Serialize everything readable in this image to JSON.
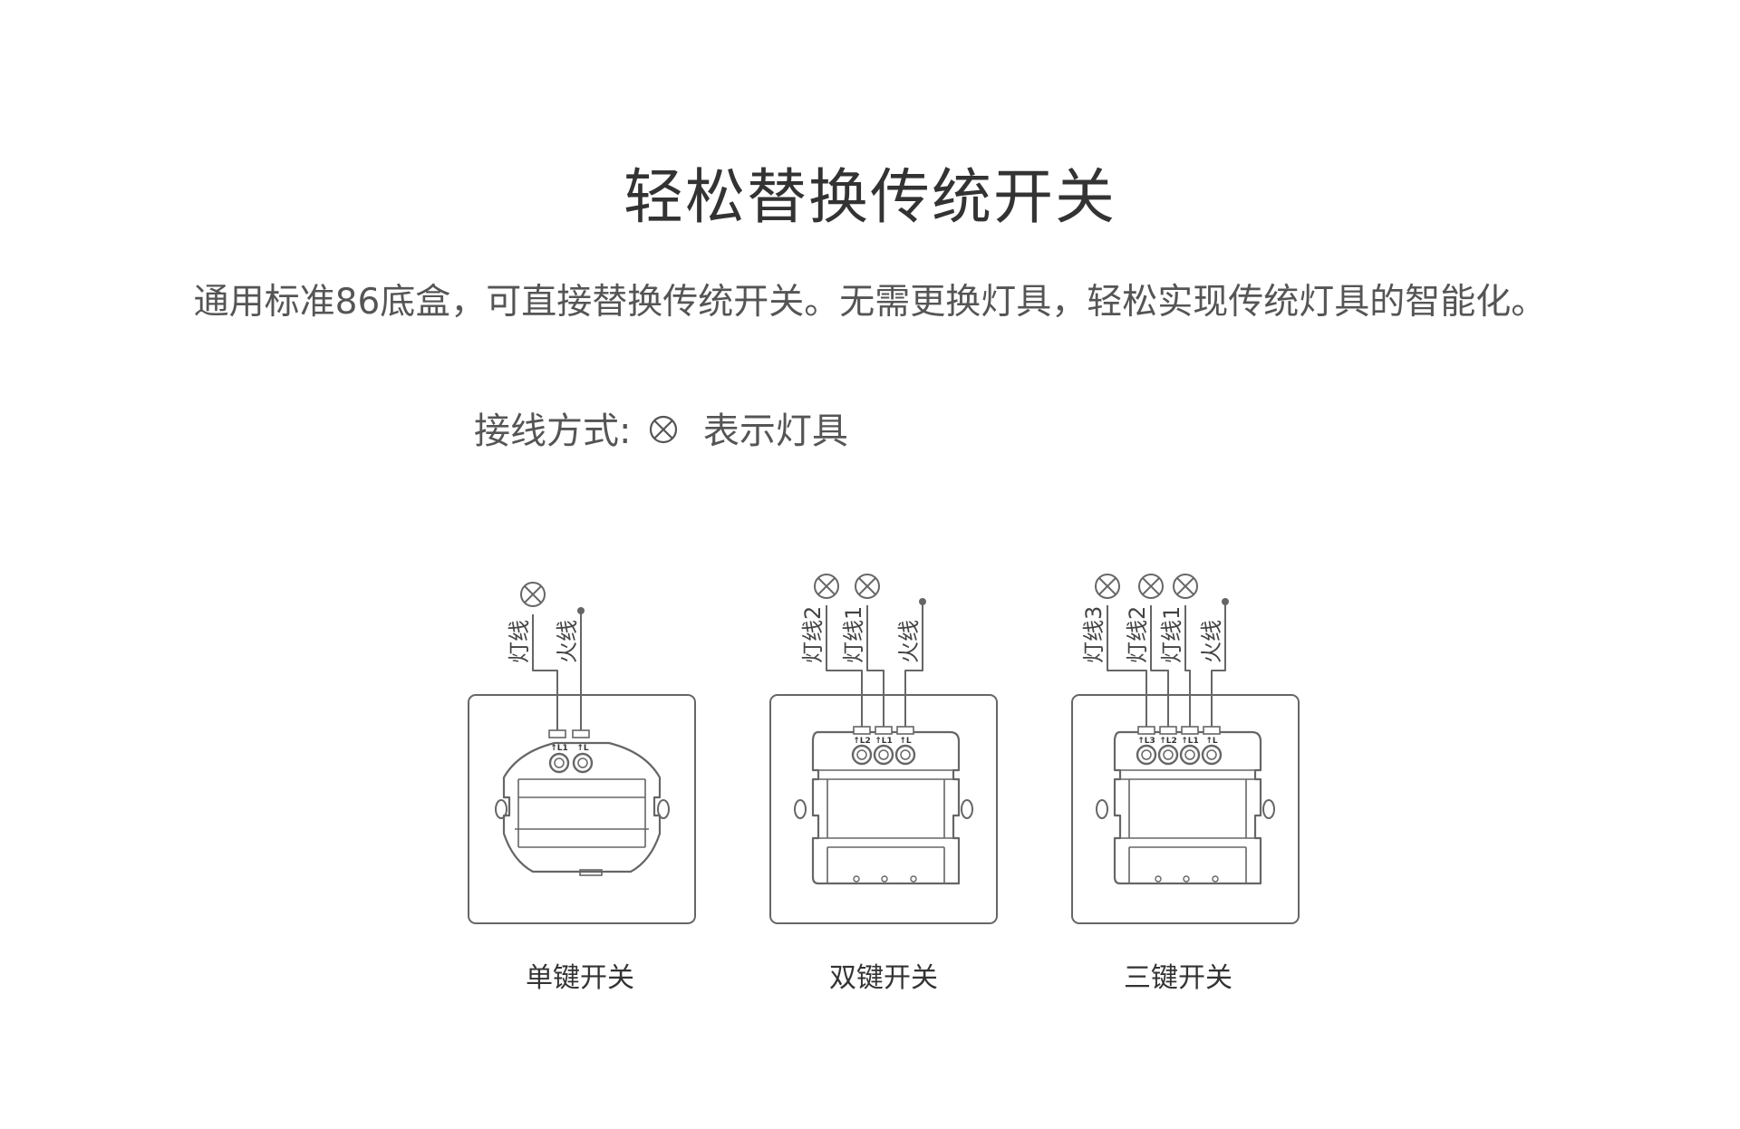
{
  "header": {
    "title": "轻松替换传统开关",
    "subtitle": "通用标准86底盒，可直接替换传统开关。无需更换灯具，轻松实现传统灯具的智能化。"
  },
  "legend": {
    "prefix": "接线方式:",
    "lamp_symbol_icon": "lamp-cross-circle-icon",
    "suffix": "表示灯具"
  },
  "switches": [
    {
      "label": "单键开关",
      "wires": [
        "灯线",
        "火线"
      ],
      "terminals": [
        "L1",
        "L"
      ]
    },
    {
      "label": "双键开关",
      "wires": [
        "灯线2",
        "灯线1",
        "火线"
      ],
      "terminals": [
        "L2",
        "L1",
        "L"
      ]
    },
    {
      "label": "三键开关",
      "wires": [
        "灯线3",
        "灯线2",
        "灯线1",
        "火线"
      ],
      "terminals": [
        "L3",
        "L2",
        "L1",
        "L"
      ]
    }
  ],
  "colors": {
    "line": "#666666",
    "text": "#333333",
    "muted": "#555555",
    "background": "#ffffff"
  }
}
